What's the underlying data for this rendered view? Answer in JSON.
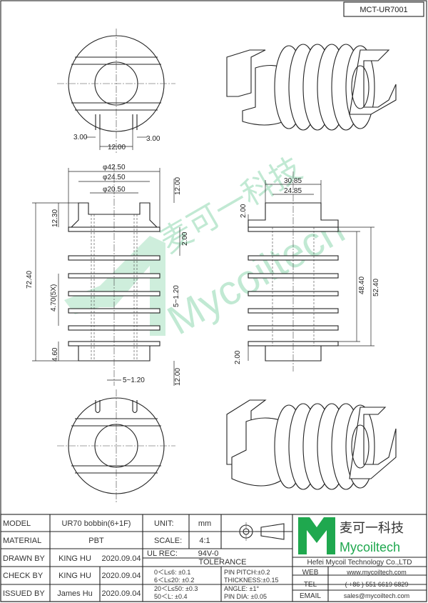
{
  "drawing_code": "MCT-UR7001",
  "dimensions": {
    "top_view": {
      "slot_left": "3.00",
      "slot_right": "3.00",
      "slot_gap": "12.00"
    },
    "front_view": {
      "d_outer": "φ42.50",
      "d_mid": "φ24.50",
      "d_inner": "φ20.50",
      "top_flange": "12.30",
      "top_right": "12.00",
      "pin_gap_2": "2.00",
      "total_height": "72.40",
      "pitch": "4.70(5X)",
      "slot_width": "5~1.20",
      "bottom_flange": "4.60",
      "bottom_pin": "12.00",
      "bottom_slot": "5~1.20"
    },
    "side_view": {
      "outer_width": "30.85",
      "inner_width": "24.85",
      "top_gap": "2.00",
      "bottom_gap": "2.00",
      "inner_height": "48.40",
      "outer_height": "52.40"
    }
  },
  "watermark": {
    "cn": "麦可一科技",
    "en": "Mycoiltech"
  },
  "title_block": {
    "model_label": "MODEL",
    "model_value": "UR70 bobbin(6+1F)",
    "unit_label": "UNIT:",
    "unit_value": "mm",
    "material_label": "MATERIAL",
    "material_value": "PBT",
    "scale_label": "SCALE:",
    "scale_value": "4:1",
    "drawn_label": "DRAWN BY",
    "drawn_name": "KING HU",
    "drawn_date": "2020.09.04",
    "ul_label": "UL REC:",
    "ul_value": "94V-0",
    "tolerance_label": "TOLERANCE",
    "check_label": "CHECK BY",
    "check_name": "KING HU",
    "check_date": "2020.09.04",
    "issued_label": "ISSUED BY",
    "issued_name": "James Hu",
    "issued_date": "2020.09.04",
    "tol_1": "0＜L≤6:  ±0.1",
    "tol_2": "6＜L≤20:  ±0.2",
    "tol_3": "20＜L≤50:  ±0.3",
    "tol_4": "50＜L:  ±0.4",
    "tol_5": "PIN PITCH:±0.2",
    "tol_6": "THICKNESS:±0.15",
    "tol_7": "ANGLE:  ±1°",
    "tol_8": "PIN DIA:  ±0.05",
    "logo_cn": "麦可一科技",
    "logo_en": "Mycoiltech",
    "company": "Hefei Mycoil Technology Co.,LTD",
    "web_label": "WEB",
    "web_value": "www.mycoiltech.com",
    "tel_label": "TEL",
    "tel_value": "( +86 ) 551 6619 6829",
    "email_label": "EMAIL",
    "email_value": "sales@mycoiltech.com"
  },
  "colors": {
    "logo_green": "#1fa84f",
    "line": "#222222"
  }
}
